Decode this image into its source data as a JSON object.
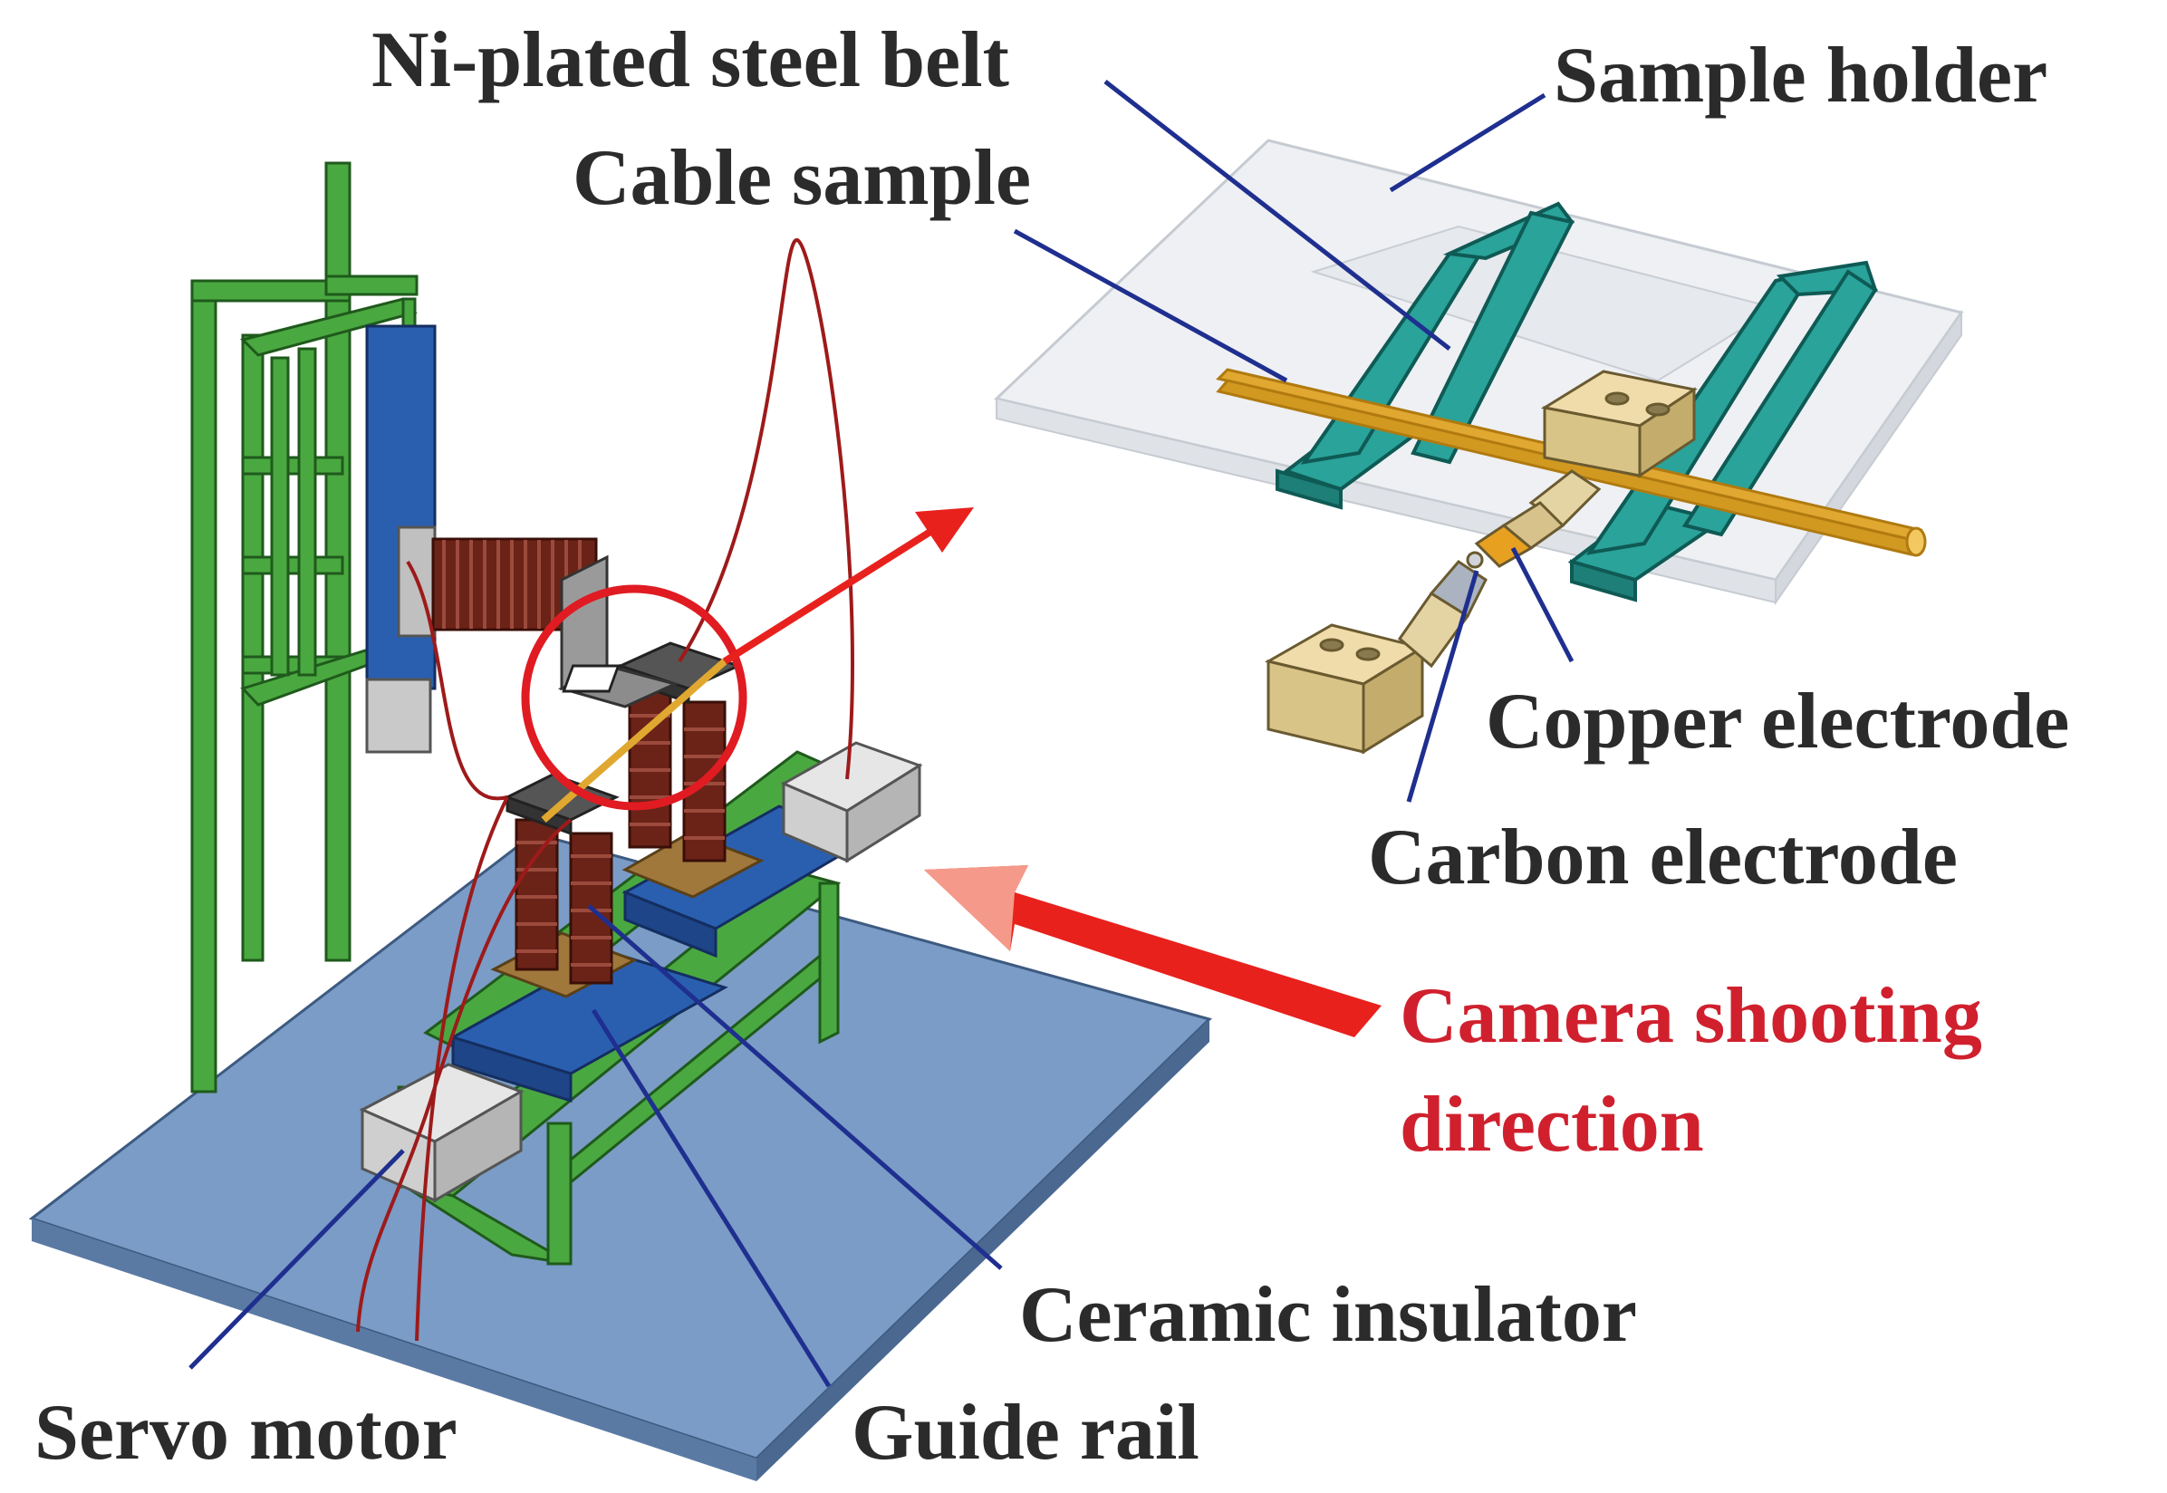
{
  "labels": {
    "belt": "Ni-plated steel belt",
    "holder": "Sample holder",
    "cable": "Cable sample",
    "copper": "Copper electrode",
    "carbon": "Carbon electrode",
    "camera_line1": "Camera shooting",
    "camera_line2": "direction",
    "ceramic": "Ceramic insulator",
    "servo": "Servo motor",
    "rail": "Guide rail"
  },
  "colors": {
    "label_text": "#2b2b2b",
    "camera_text": "#d0202e",
    "leader_line": "#1f2f8f",
    "base_plate": "#7a9cc6",
    "frame": "#3f9a3a",
    "coil": "#6b2318",
    "clip": "#2aa39a",
    "cable": "#e0a830",
    "arrow": "#e8211d"
  }
}
